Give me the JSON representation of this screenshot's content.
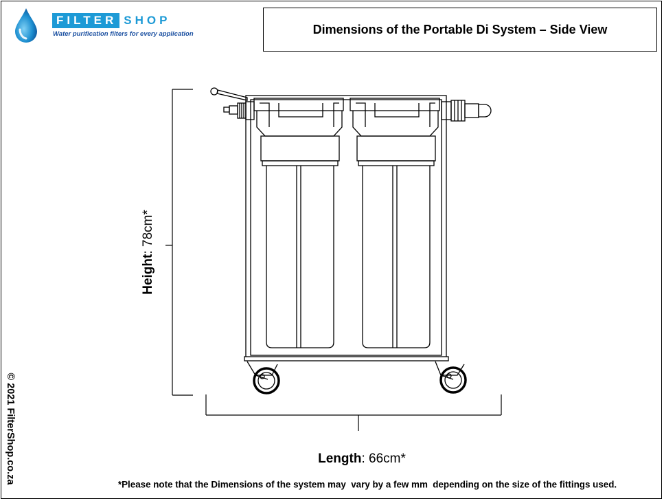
{
  "logo": {
    "brand_part1": "FILTER",
    "brand_part2": "SHOP",
    "tagline": "Water purification filters for every application",
    "brand_color": "#1d9ad6",
    "tagline_color": "#1a4fa0",
    "icon": "water-drop-icon"
  },
  "title": "Dimensions of the Portable Di System – Side View",
  "dimensions": {
    "height_label": "Height",
    "height_value": ": 78cm*",
    "length_label": "Length",
    "length_value": ": 66cm*"
  },
  "copyright": "© 2021 FilterShop.co.za",
  "note": "*Please note that the Dimensions of the system may  vary by a few mm  depending on the size of the fittings used."
}
